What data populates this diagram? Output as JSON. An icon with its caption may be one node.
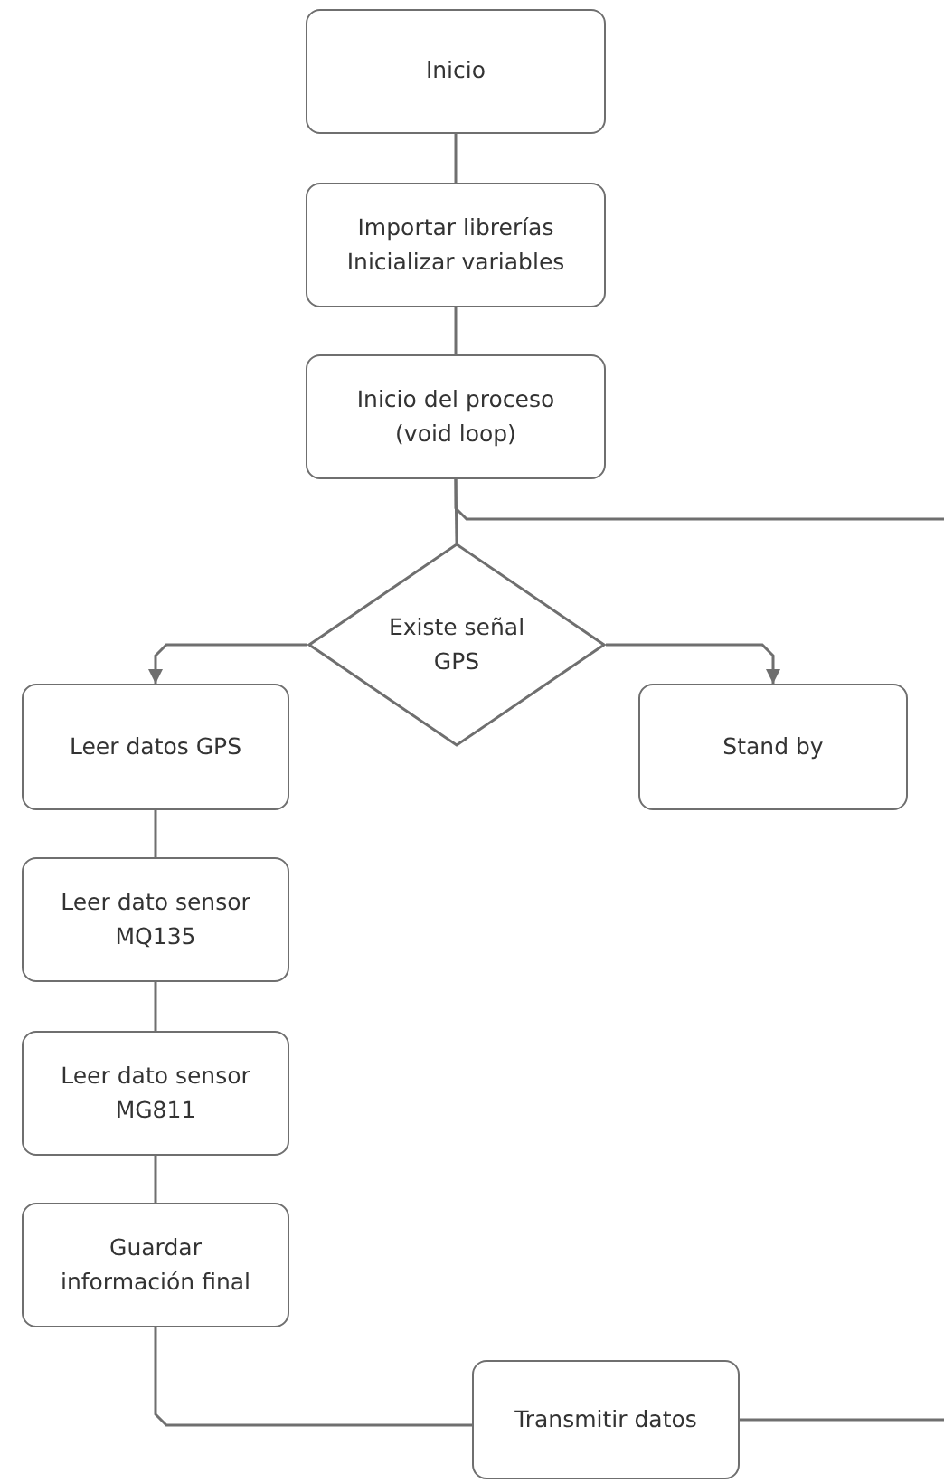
{
  "diagram": {
    "nodes": [
      {
        "text": [
          "Inicio"
        ]
      },
      {
        "text": [
          "Importar librerías Inicializar variables"
        ]
      },
      {
        "text": [
          "Inicio del proceso (void loop)"
        ]
      },
      {
        "text": [
          "Existe señal GPS"
        ]
      },
      {
        "text": [
          "Leer datos GPS"
        ]
      },
      {
        "text": [
          "Stand by"
        ]
      },
      {
        "text": [
          "Leer dato sensor MQ135"
        ]
      },
      {
        "text": [
          "Leer dato sensor MG811"
        ]
      },
      {
        "text": [
          "Guardar información final"
        ]
      },
      {
        "text": [
          "Transmitir datos"
        ]
      }
    ],
    "edges": [
      {
        "from": 0,
        "to": 1,
        "arrow": "none"
      },
      {
        "from": 1,
        "to": 2,
        "arrow": "none"
      },
      {
        "from": 2,
        "to": 3,
        "arrow": "none"
      },
      {
        "from": 2,
        "to": null,
        "arrow": "none"
      },
      {
        "from": 3,
        "to": 4,
        "arrow": "to"
      },
      {
        "from": 3,
        "to": 5,
        "arrow": "to"
      },
      {
        "from": 4,
        "to": 6,
        "arrow": "none"
      },
      {
        "from": 6,
        "to": 7,
        "arrow": "none"
      },
      {
        "from": 7,
        "to": 8,
        "arrow": "none"
      },
      {
        "from": 8,
        "to": 9,
        "arrow": "none"
      },
      {
        "from": 9,
        "to": null,
        "arrow": "none"
      }
    ]
  }
}
